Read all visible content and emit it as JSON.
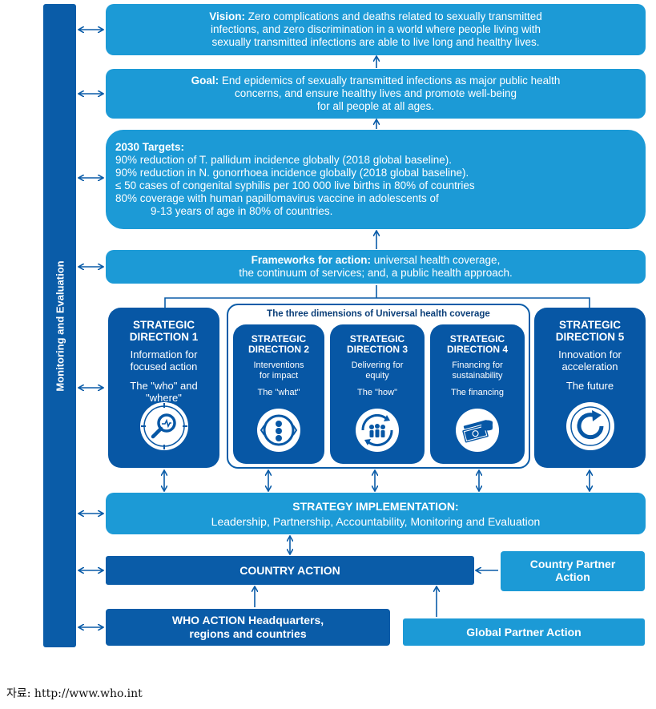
{
  "sidebar": {
    "label": "Monitoring and Evaluation"
  },
  "vision": {
    "heading": "Vision:",
    "line1": " Zero complications and deaths related to sexually transmitted",
    "line2": "infections, and zero discrimination in a world where people living with",
    "line3": "sexually transmitted infections are able to live long and healthy lives."
  },
  "goal": {
    "heading": "Goal:",
    "line1": " End epidemics of sexually transmitted infections as major public health",
    "line2": "concerns, and ensure healthy lives and promote well-being",
    "line3": "for all people at all ages."
  },
  "targets": {
    "heading": "2030 Targets:",
    "items": [
      "90% reduction of T. pallidum incidence globally (2018 global baseline).",
      "90% reduction in N. gonorrhoea incidence globally (2018 global baseline).",
      "≤ 50 cases of congenital syphilis per 100 000 live births in 80% of countries",
      "80% coverage with human papillomavirus vaccine in adolescents of",
      "9-13 years of age in 80% of countries."
    ]
  },
  "frameworks": {
    "heading": "Frameworks for action:",
    "line1": " universal health coverage,",
    "line2": "the continuum of services; and, a public health approach."
  },
  "uhc": {
    "label": "The three dimensions of Universal health coverage"
  },
  "directions": [
    {
      "title1": "STRATEGIC",
      "title2": "DIRECTION 1",
      "desc1": "Information for",
      "desc2": "focused action",
      "focus1": "The \"who\" and",
      "focus2": "\"where\"",
      "icon": "magnifier-icon"
    },
    {
      "title1": "STRATEGIC",
      "title2": "DIRECTION 2",
      "desc1": "Interventions",
      "desc2": "for impact",
      "focus1": "The \"what\"",
      "focus2": "",
      "icon": "interventions-icon"
    },
    {
      "title1": "STRATEGIC",
      "title2": "DIRECTION 3",
      "desc1": "Delivering for",
      "desc2": "equity",
      "focus1": "The \"how\"",
      "focus2": "",
      "icon": "people-cycle-icon"
    },
    {
      "title1": "STRATEGIC",
      "title2": "DIRECTION 4",
      "desc1": "Financing for",
      "desc2": "sustainability",
      "focus1": "The financing",
      "focus2": "",
      "icon": "money-icon"
    },
    {
      "title1": "STRATEGIC",
      "title2": "DIRECTION 5",
      "desc1": "Innovation for",
      "desc2": "acceleration",
      "focus1": "The future",
      "focus2": "",
      "icon": "refresh-icon"
    }
  ],
  "implementation": {
    "heading": "STRATEGY IMPLEMENTATION:",
    "line2": "Leadership, Partnership, Accountability, Monitoring and Evaluation"
  },
  "country_action": {
    "label": "COUNTRY ACTION"
  },
  "country_partner": {
    "line1": "Country Partner",
    "line2": "Action"
  },
  "who_action": {
    "line1": "WHO ACTION Headquarters,",
    "line2": "regions and countries"
  },
  "global_partner": {
    "label": "Global Partner Action"
  },
  "source": "자료: http://www.who.int",
  "colors": {
    "light": "#1c9ad6",
    "dark": "#0a5ca8",
    "line": "#0a5ca8"
  }
}
